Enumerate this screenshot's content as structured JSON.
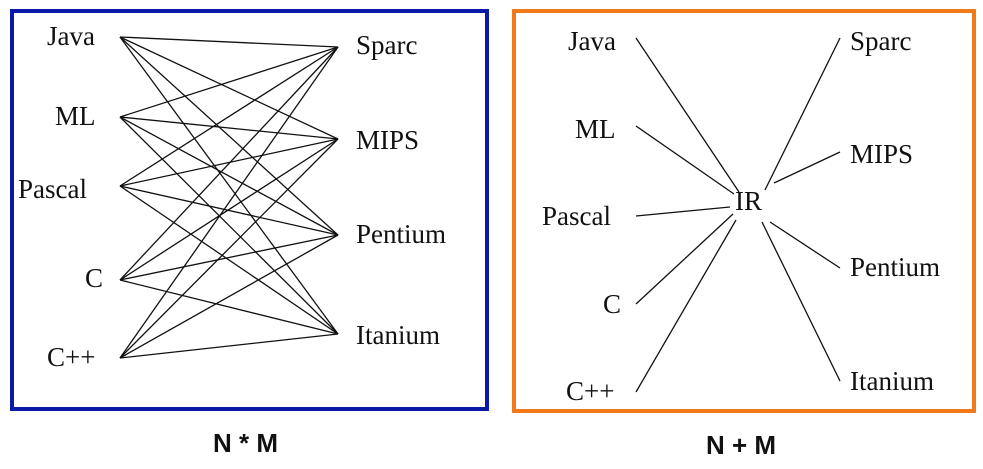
{
  "left_diagram": {
    "sources": [
      "Java",
      "ML",
      "Pascal",
      "C",
      "C++"
    ],
    "targets": [
      "Sparc",
      "MIPS",
      "Pentium",
      "Itanium"
    ],
    "caption": "N * M",
    "border_color": "#0a1aa8"
  },
  "right_diagram": {
    "sources": [
      "Java",
      "ML",
      "Pascal",
      "C",
      "C++"
    ],
    "targets": [
      "Sparc",
      "MIPS",
      "Pentium",
      "Itanium"
    ],
    "hub": "IR",
    "caption": "N + M",
    "border_color": "#f07a1a"
  }
}
